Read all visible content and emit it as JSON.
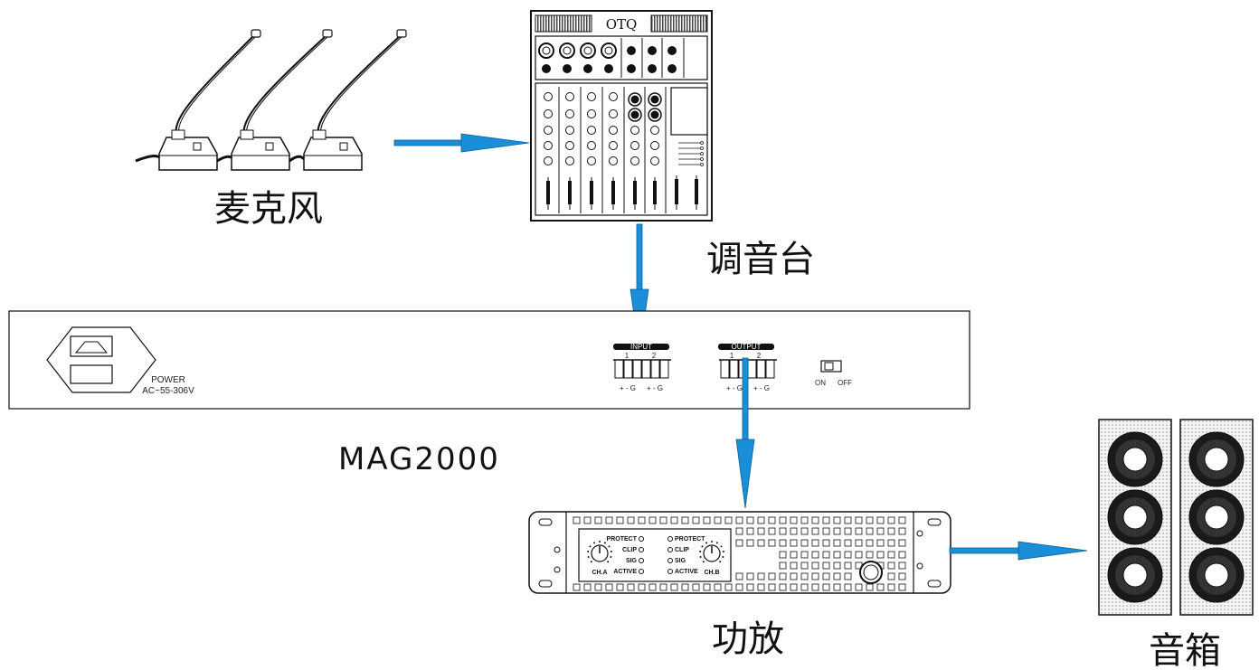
{
  "labels": {
    "microphone": "麦克风",
    "mixer": "调音台",
    "processor_model": "MAG2000",
    "amplifier": "功放",
    "speaker": "音箱"
  },
  "mixer": {
    "brand": "OTQ"
  },
  "processor": {
    "power_label": "POWER",
    "power_spec": "AC~55-306V",
    "input_label": "INPUT",
    "output_label": "OUTPUT",
    "channel_1": "1",
    "channel_2": "2",
    "pin_label": "+ - G",
    "switch_on": "ON",
    "switch_off": "OFF"
  },
  "amplifier": {
    "led_protect": "PROTECT",
    "led_clip": "CLIP",
    "led_sig": "SIG",
    "led_active": "ACTIVE",
    "channel_a": "CH.A",
    "channel_b": "CH.B"
  },
  "colors": {
    "arrow": "#1a8fd8",
    "arrow_edge": "#0b5f9a",
    "line": "#111111"
  }
}
